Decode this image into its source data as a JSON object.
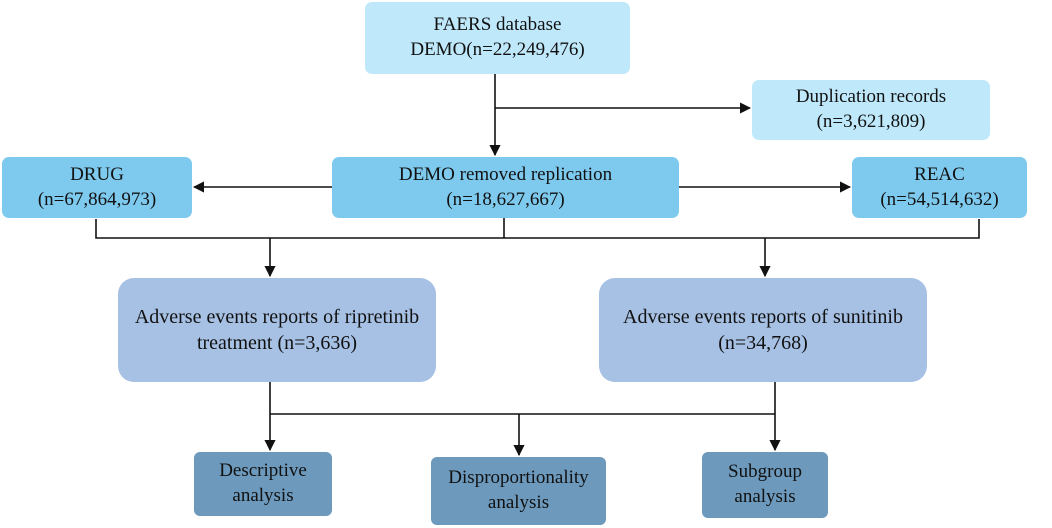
{
  "boxes": {
    "faers": {
      "line1": "FAERS database",
      "line2": "DEMO(n=22,249,476)"
    },
    "duplication": {
      "line1": "Duplication records",
      "line2": "(n=3,621,809)"
    },
    "drug": {
      "line1": "DRUG",
      "line2": "(n=67,864,973)"
    },
    "demo_removed": {
      "line1": "DEMO removed replication",
      "line2": "(n=18,627,667)"
    },
    "reac": {
      "line1": "REAC",
      "line2": "(n=54,514,632)"
    },
    "ripretinib": {
      "line1": "Adverse events reports of ripretinib",
      "line2": "treatment (n=3,636)"
    },
    "sunitinib": {
      "line1": "Adverse events reports of sunitinib",
      "line2": "(n=34,768)"
    },
    "descriptive": {
      "line1": "Descriptive",
      "line2": "analysis"
    },
    "disproportionality": {
      "line1": "Disproportionality",
      "line2": "analysis"
    },
    "subgroup": {
      "line1": "Subgroup",
      "line2": "analysis"
    }
  },
  "colors": {
    "level1": "#bfe9fb",
    "level2": "#7ecaee",
    "level3": "#a7c1e4",
    "level4": "#6c99bc",
    "connector": "#111111"
  }
}
